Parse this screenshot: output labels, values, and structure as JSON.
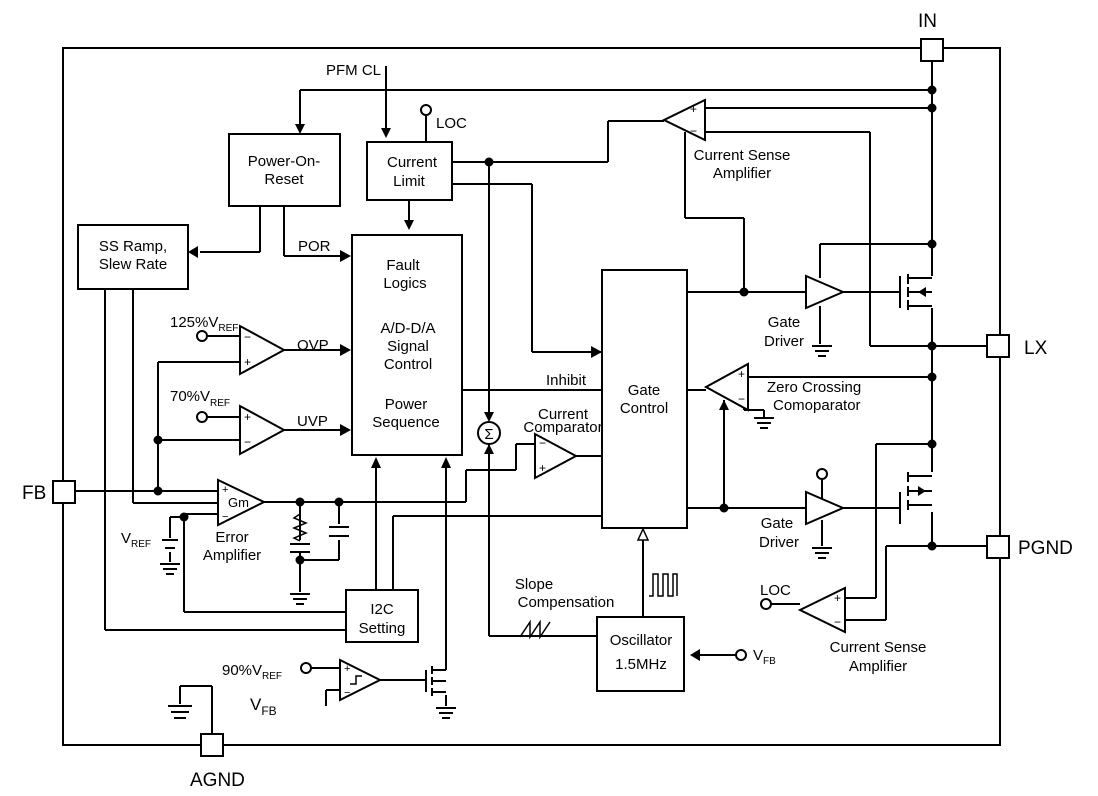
{
  "pins": {
    "in": "IN",
    "lx": "LX",
    "pgnd": "PGND",
    "fb": "FB",
    "agnd": "AGND"
  },
  "blocks": {
    "power_on_reset": [
      "Power-On-",
      "Reset"
    ],
    "ss_ramp": [
      "SS Ramp,",
      "Slew Rate"
    ],
    "current_limit": [
      "Current",
      "Limit"
    ],
    "fault_logic": [
      "Fault",
      "Logics",
      "",
      "A/D-D/A",
      "Signal",
      "Control",
      "",
      "Power",
      "Sequence"
    ],
    "gate_control": [
      "Gate",
      "Control"
    ],
    "i2c_setting": [
      "I2C",
      "Setting"
    ],
    "oscillator": [
      "Oscillator",
      "1.5MHz"
    ]
  },
  "labels": {
    "pfm_cl": "PFM CL",
    "loc_top": "LOC",
    "loc_bottom": "LOC",
    "por": "POR",
    "ovp": "OVP",
    "uvp": "UVP",
    "inhibit": "Inhibit",
    "current_sense_top": [
      "Current Sense",
      "Amplifier"
    ],
    "current_sense_bottom": [
      "Current Sense",
      "Amplifier"
    ],
    "gate_driver_top": [
      "Gate",
      "Driver"
    ],
    "gate_driver_bottom": [
      "Gate",
      "Driver"
    ],
    "zero_crossing": [
      "Zero Crossing",
      "Comoparator"
    ],
    "current_comparator": [
      "Current",
      "Comparator"
    ],
    "error_amp": [
      "Error",
      "Amplifier"
    ],
    "gm": "Gm",
    "slope_comp": [
      "Slope",
      "Compensation"
    ],
    "sum": "Σ",
    "ref_125": {
      "main": "125%V",
      "sub": "REF"
    },
    "ref_70": {
      "main": "70%V",
      "sub": "REF"
    },
    "ref_90": {
      "main": "90%V",
      "sub": "REF"
    },
    "vref": {
      "main": "V",
      "sub": "REF"
    },
    "vfb_osc": {
      "main": "V",
      "sub": "FB"
    },
    "vfb_bottom": {
      "main": "V",
      "sub": "FB"
    }
  }
}
